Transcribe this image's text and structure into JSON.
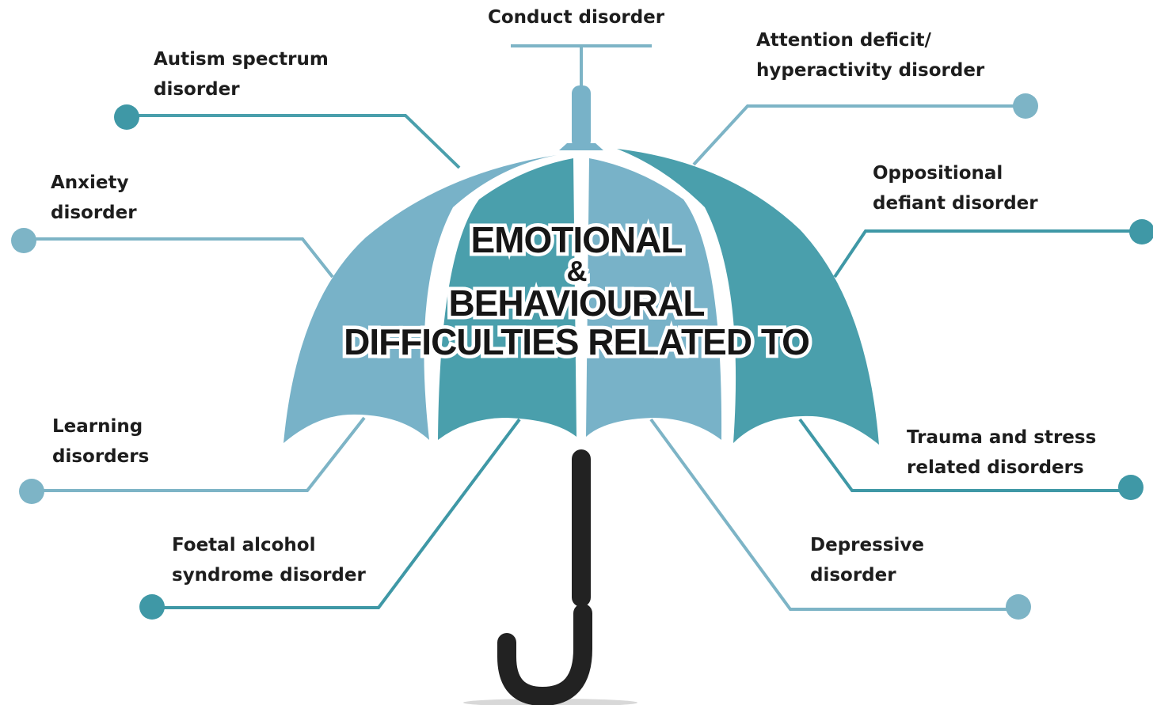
{
  "title": {
    "line1": "EMOTIONAL",
    "line2": "&",
    "line3": "BEHAVIOURAL",
    "line4": "DIFFICULTIES RELATED TO"
  },
  "items": {
    "conduct": {
      "line1": "Conduct disorder"
    },
    "autism": {
      "line1": "Autism spectrum",
      "line2": "disorder"
    },
    "adhd": {
      "line1": "Attention deficit/",
      "line2": "hyperactivity disorder"
    },
    "anxiety": {
      "line1": "Anxiety",
      "line2": "disorder"
    },
    "odd": {
      "line1": "Oppositional",
      "line2": "defiant disorder"
    },
    "learning": {
      "line1": "Learning",
      "line2": "disorders"
    },
    "trauma": {
      "line1": "Trauma and stress",
      "line2": "related disorders"
    },
    "fasd": {
      "line1": "Foetal alcohol",
      "line2": "syndrome disorder"
    },
    "depressive": {
      "line1": "Depressive",
      "line2": "disorder"
    }
  },
  "colors": {
    "light_teal": "#78b2c8",
    "dark_teal": "#4a9fac",
    "connector_light": "#7db4c6",
    "connector_dark": "#3f98a6",
    "handle": "#222222",
    "text": "#1d1d1d"
  }
}
